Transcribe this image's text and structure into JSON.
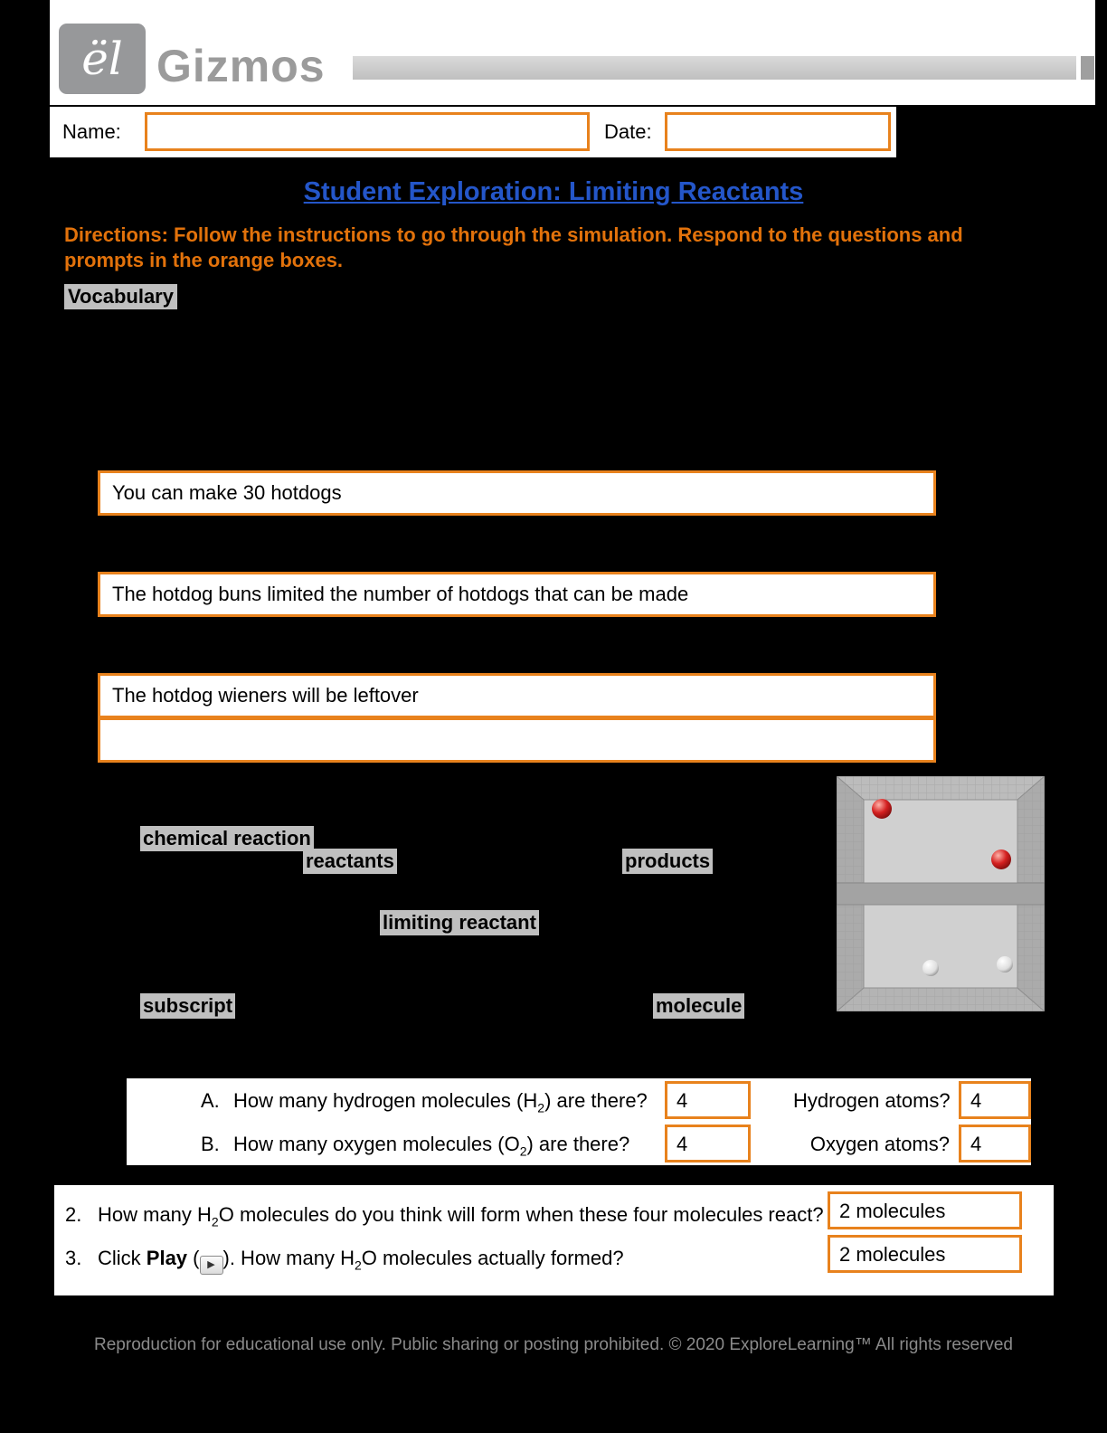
{
  "header": {
    "logo_text": "ël",
    "brand": "Gizmos"
  },
  "form": {
    "name_label": "Name:",
    "name_value": "",
    "date_label": "Date:",
    "date_value": ""
  },
  "title": "Student Exploration: Limiting Reactants",
  "directions": "Directions: Follow the instructions to go through the simulation. Respond to the questions and prompts in the orange boxes.",
  "vocabulary_label": "Vocabulary",
  "answer_boxes": {
    "hotdogs": "You can make 30 hotdogs",
    "buns": "The hotdog buns limited the number of hotdogs that can be made",
    "wieners": "The hotdog wieners will be leftover",
    "extra": ""
  },
  "vocab_terms": [
    {
      "label": "chemical reaction"
    },
    {
      "label": "reactants"
    },
    {
      "label": "products"
    },
    {
      "label": "limiting reactant"
    },
    {
      "label": "subscript"
    },
    {
      "label": "molecule"
    }
  ],
  "questions": {
    "a": {
      "label": "A.",
      "pre": "How many hydrogen molecules (H",
      "sub": "2",
      "post": ") are there?",
      "answer": "4",
      "atoms_label": "Hydrogen atoms?",
      "atoms_answer": "4"
    },
    "b": {
      "label": "B.",
      "pre": "How many oxygen molecules (O",
      "sub": "2",
      "post": ") are there?",
      "answer": "4",
      "atoms_label": "Oxygen atoms?",
      "atoms_answer": "4"
    },
    "q2": {
      "num": "2.",
      "pre": "How many H",
      "sub": "2",
      "post": "O molecules do you think will form when these four molecules react?",
      "answer": "2 molecules"
    },
    "q3": {
      "num": "3.",
      "part1": "Click ",
      "play_label": "Play",
      "part2": " (",
      "play_icon": "▶",
      "part3": "). How many H",
      "sub": "2",
      "part4": "O molecules actually formed?",
      "answer": "2 molecules"
    }
  },
  "footer": "Reproduction for educational use only. Public sharing or posting prohibited. © 2020 ExploreLearning™ All rights reserved",
  "colors": {
    "accent_orange": "#E8821D",
    "title_blue": "#2456C9",
    "highlight_gray": "#BFBFBF",
    "oxygen_red": "#C42020",
    "hydrogen_white": "#E9E9E9"
  }
}
